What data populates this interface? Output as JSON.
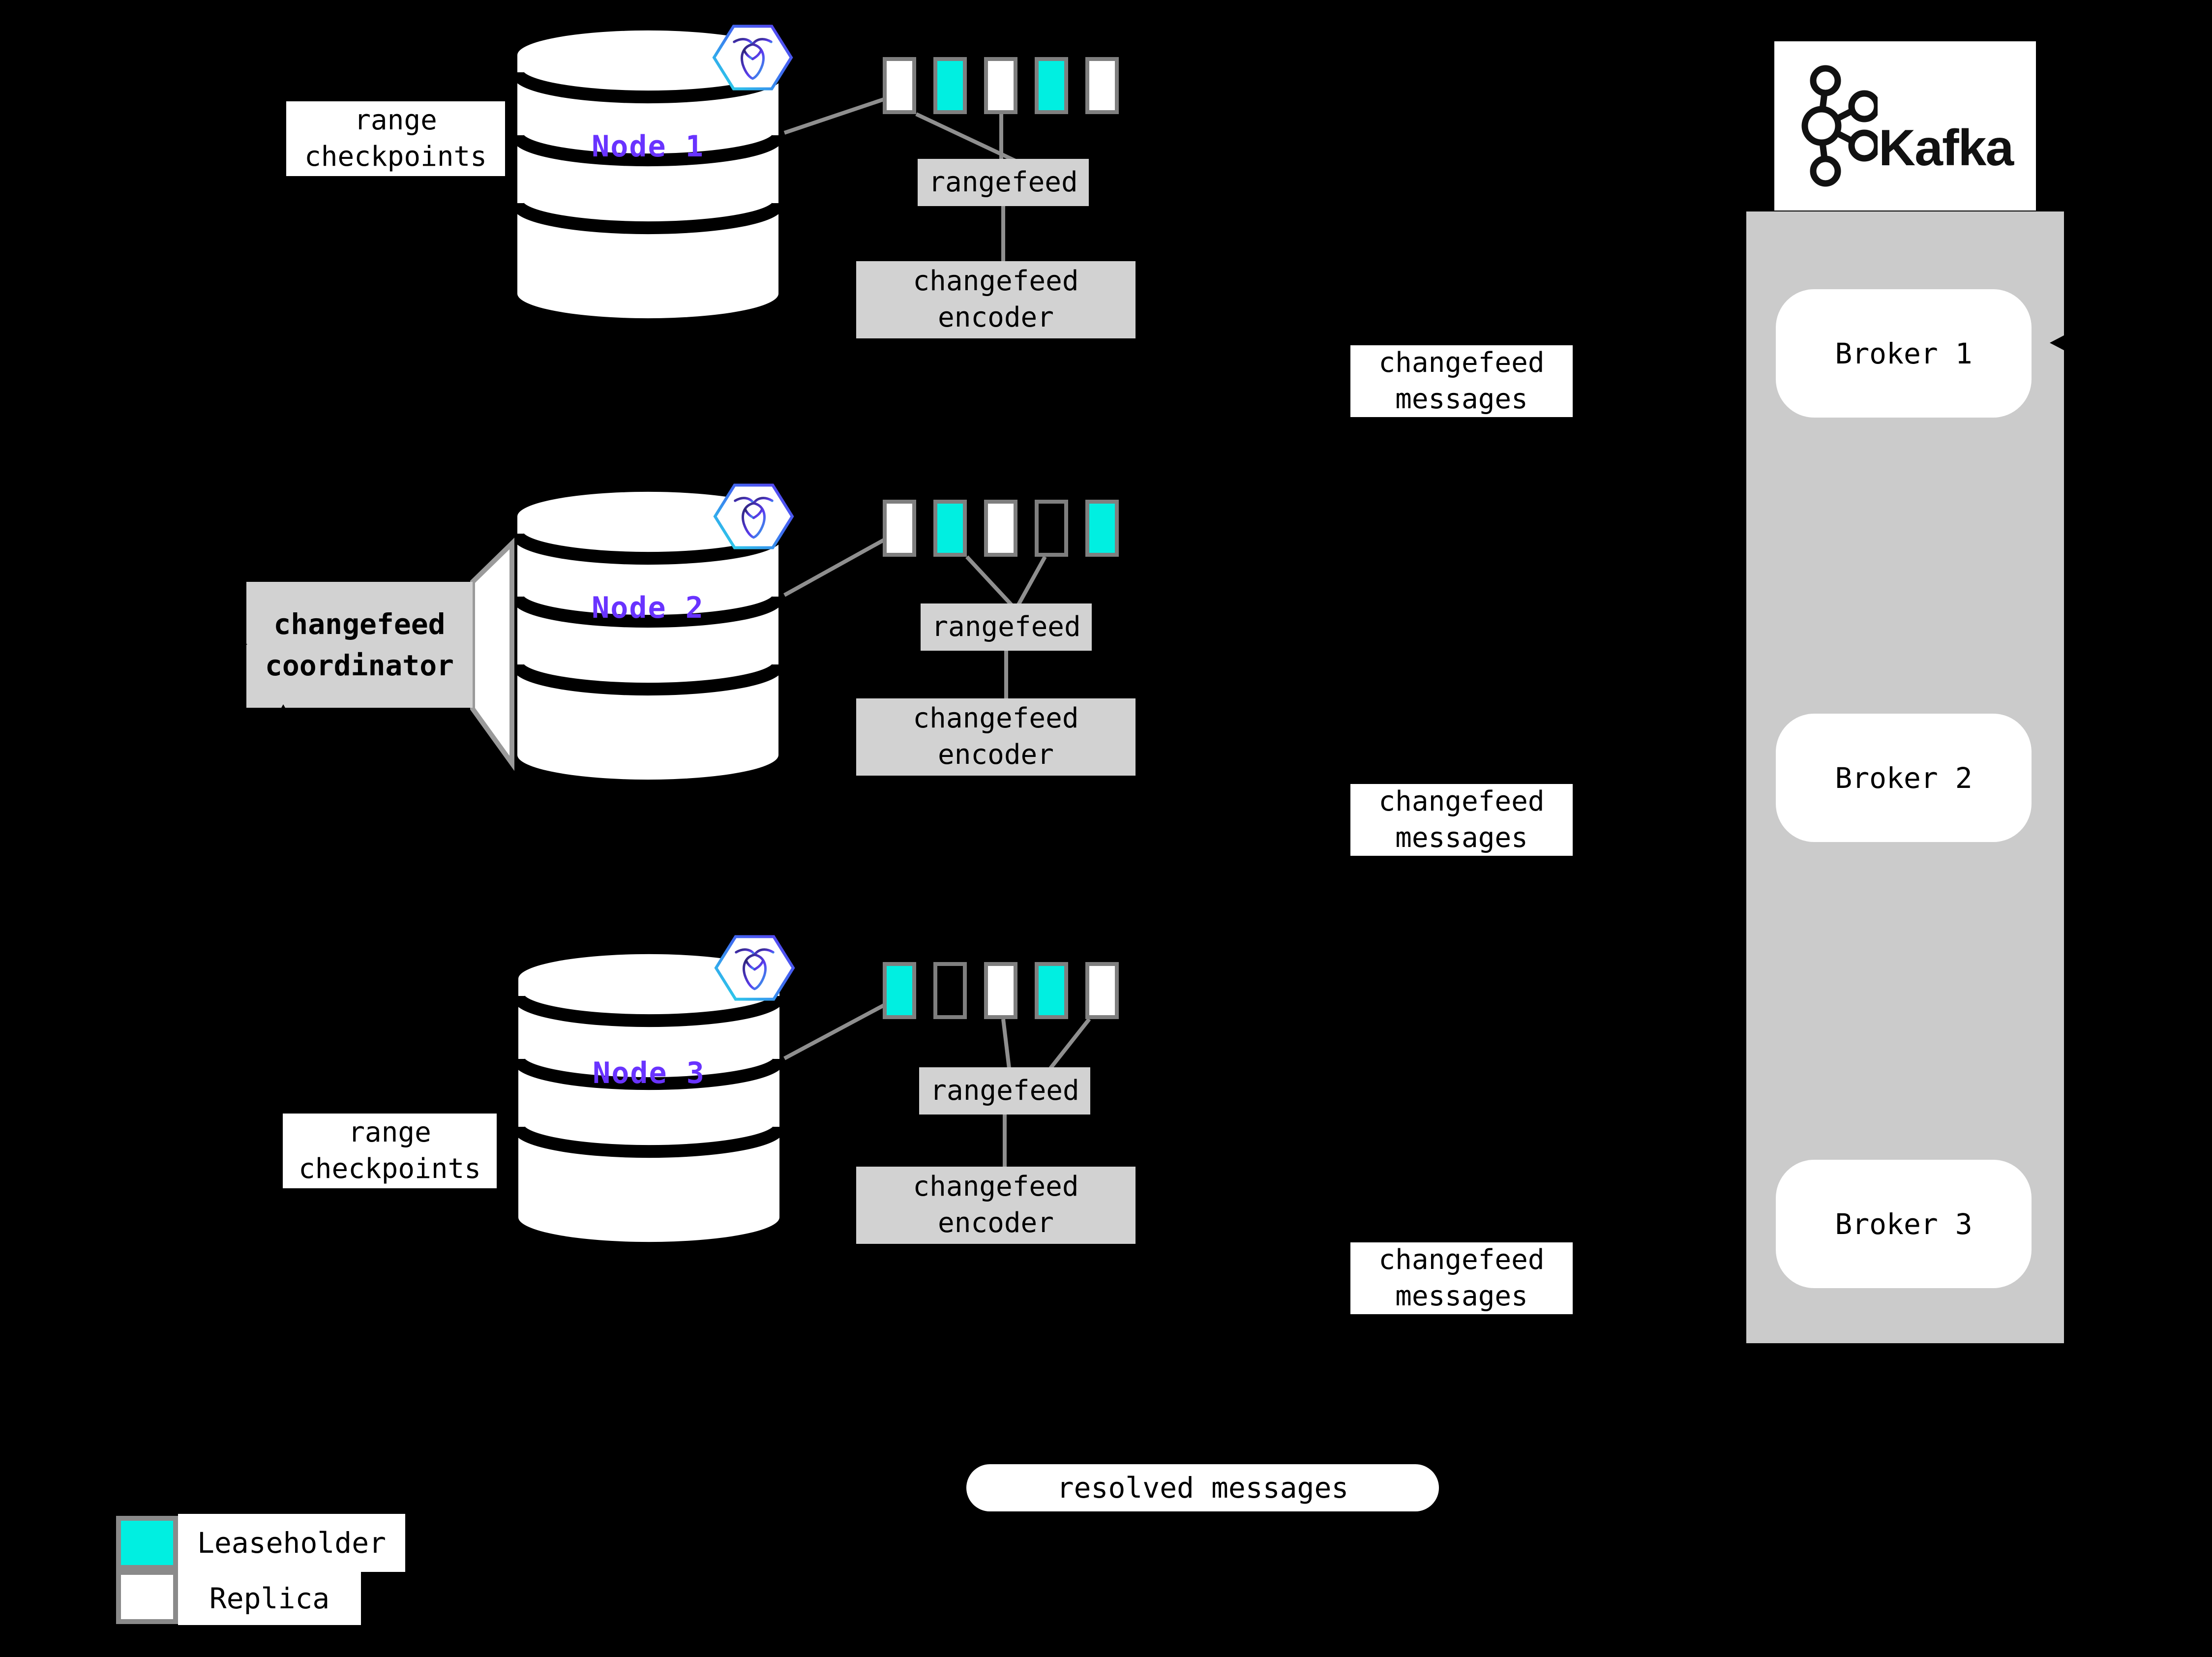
{
  "colors": {
    "background": "#000000",
    "leaseholder": "#00efe1",
    "replica": "#ffffff",
    "none": "transparent",
    "node_label": "#6933ff",
    "box_gray": "#d2d2d2",
    "container_gray": "#cbcbcb",
    "line_gray": "#8f8f8f",
    "range_border_gray": "#7f7f7f"
  },
  "nodes": [
    {
      "label": "Node 1",
      "ranges": [
        "replica",
        "leaseholder",
        "replica",
        "leaseholder",
        "replica"
      ]
    },
    {
      "label": "Node 2",
      "ranges": [
        "replica",
        "leaseholder",
        "replica",
        "none",
        "leaseholder"
      ]
    },
    {
      "label": "Node 3",
      "ranges": [
        "leaseholder",
        "none",
        "replica",
        "leaseholder",
        "replica"
      ]
    }
  ],
  "labels": {
    "range_checkpoints": {
      "line1": "range",
      "line2": "checkpoints"
    },
    "rangefeed": "rangefeed",
    "changefeed_encoder": {
      "line1": "changefeed",
      "line2": "encoder"
    },
    "changefeed_messages": {
      "line1": "changefeed",
      "line2": "messages"
    },
    "changefeed_coordinator": {
      "line1": "changefeed",
      "line2": "coordinator"
    },
    "resolved_messages": "resolved messages"
  },
  "kafka": {
    "title": "Kafka",
    "brokers": [
      "Broker 1",
      "Broker 2",
      "Broker 3"
    ]
  },
  "legend": {
    "items": [
      {
        "type": "leaseholder",
        "label": "Leaseholder"
      },
      {
        "type": "replica",
        "label": "Replica"
      }
    ]
  }
}
